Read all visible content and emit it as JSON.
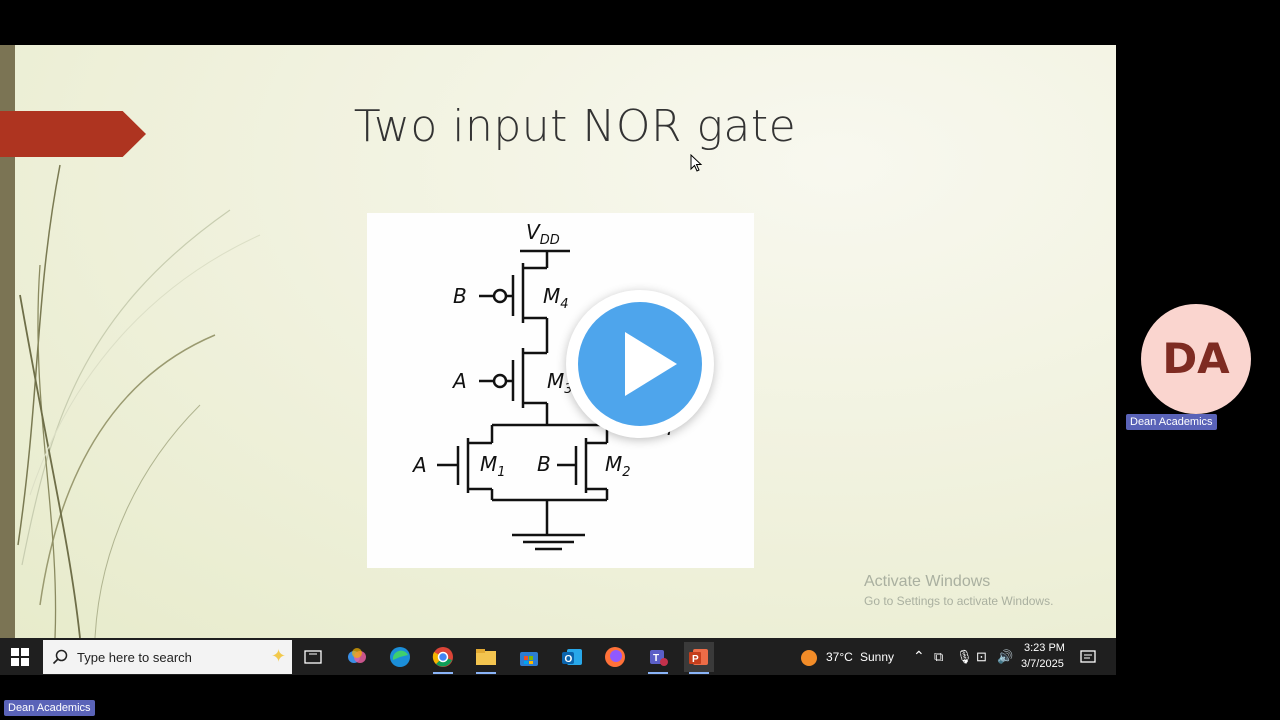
{
  "slide": {
    "title": "Two input NOR gate",
    "circuit_labels": {
      "vdd": "V",
      "vdd_sub": "DD",
      "b_top": "B",
      "m4": "M",
      "m4_sub": "4",
      "a_mid": "A",
      "m3": "M",
      "m3_sub": "3",
      "out": "F",
      "a_bottom": "A",
      "m1": "M",
      "m1_sub": "1",
      "b_bottom": "B",
      "m2": "M",
      "m2_sub": "2"
    }
  },
  "watermark": {
    "line1": "Activate Windows",
    "line2": "Go to Settings to activate Windows."
  },
  "taskbar": {
    "search_placeholder": "Type here to search",
    "weather_temp": "37°C",
    "weather_desc": "Sunny",
    "time": "3:23 PM",
    "date": "3/7/2025",
    "apps": [
      "task-view",
      "copilot",
      "edge",
      "chrome",
      "file-explorer",
      "store",
      "outlook",
      "firefox",
      "teams",
      "powerpoint"
    ]
  },
  "participant": {
    "initials": "DA",
    "name": "Dean Academics",
    "avatar_color": "#fad5cf"
  },
  "self_view": {
    "name": "Dean Academics"
  },
  "colors": {
    "accent_red": "#ae3420",
    "play_blue": "#4ea5ec",
    "name_tag": "#5a63b8"
  }
}
